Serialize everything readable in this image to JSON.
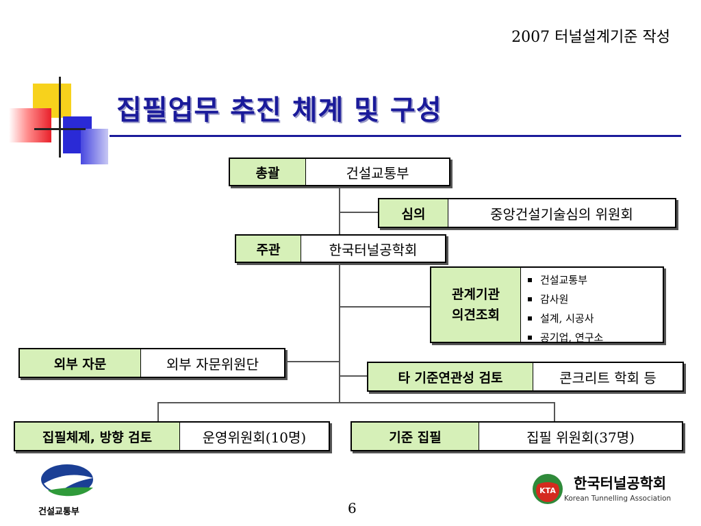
{
  "header": {
    "text": "2007 터널설계기준 작성"
  },
  "title": "집필업무 추진 체계 및 구성",
  "boxes": {
    "chonggwal": {
      "label": "총괄",
      "value": "건설교통부"
    },
    "simui": {
      "label": "심의",
      "value": "중앙건설기술심의 위원회"
    },
    "jugwan": {
      "label": "주관",
      "value": "한국터널공학회"
    },
    "gwangye": {
      "label_line1": "관계기관",
      "label_line2": "의견조회",
      "items": [
        "건설교통부",
        "감사원",
        "설계, 시공사",
        "공기업, 연구소"
      ]
    },
    "oebu": {
      "label": "외부 자문",
      "value": "외부 자문위원단"
    },
    "ta": {
      "label": "타 기준연관성 검토",
      "value": "콘크리트 학회 등"
    },
    "jippil_che": {
      "label": "집필체제, 방향 검토",
      "value": "운영위원회(10명)"
    },
    "gijun": {
      "label": "기준 집필",
      "value": "집필 위원회(37명)"
    }
  },
  "footer": {
    "left_logo_text": "건설교통부",
    "page_number": "6",
    "right_logo_badge": "KTA",
    "right_logo_kr": "한국터널공학회",
    "right_logo_en": "Korean Tunnelling Association"
  },
  "colors": {
    "title": "#1a1a9a",
    "label_bg": "#d6f0b8",
    "accent_yellow": "#f7d21c",
    "accent_red": "#e8202a",
    "accent_blue": "#2a2ad6",
    "kta_red": "#d42a1e",
    "kta_green": "#2f8a3a"
  }
}
